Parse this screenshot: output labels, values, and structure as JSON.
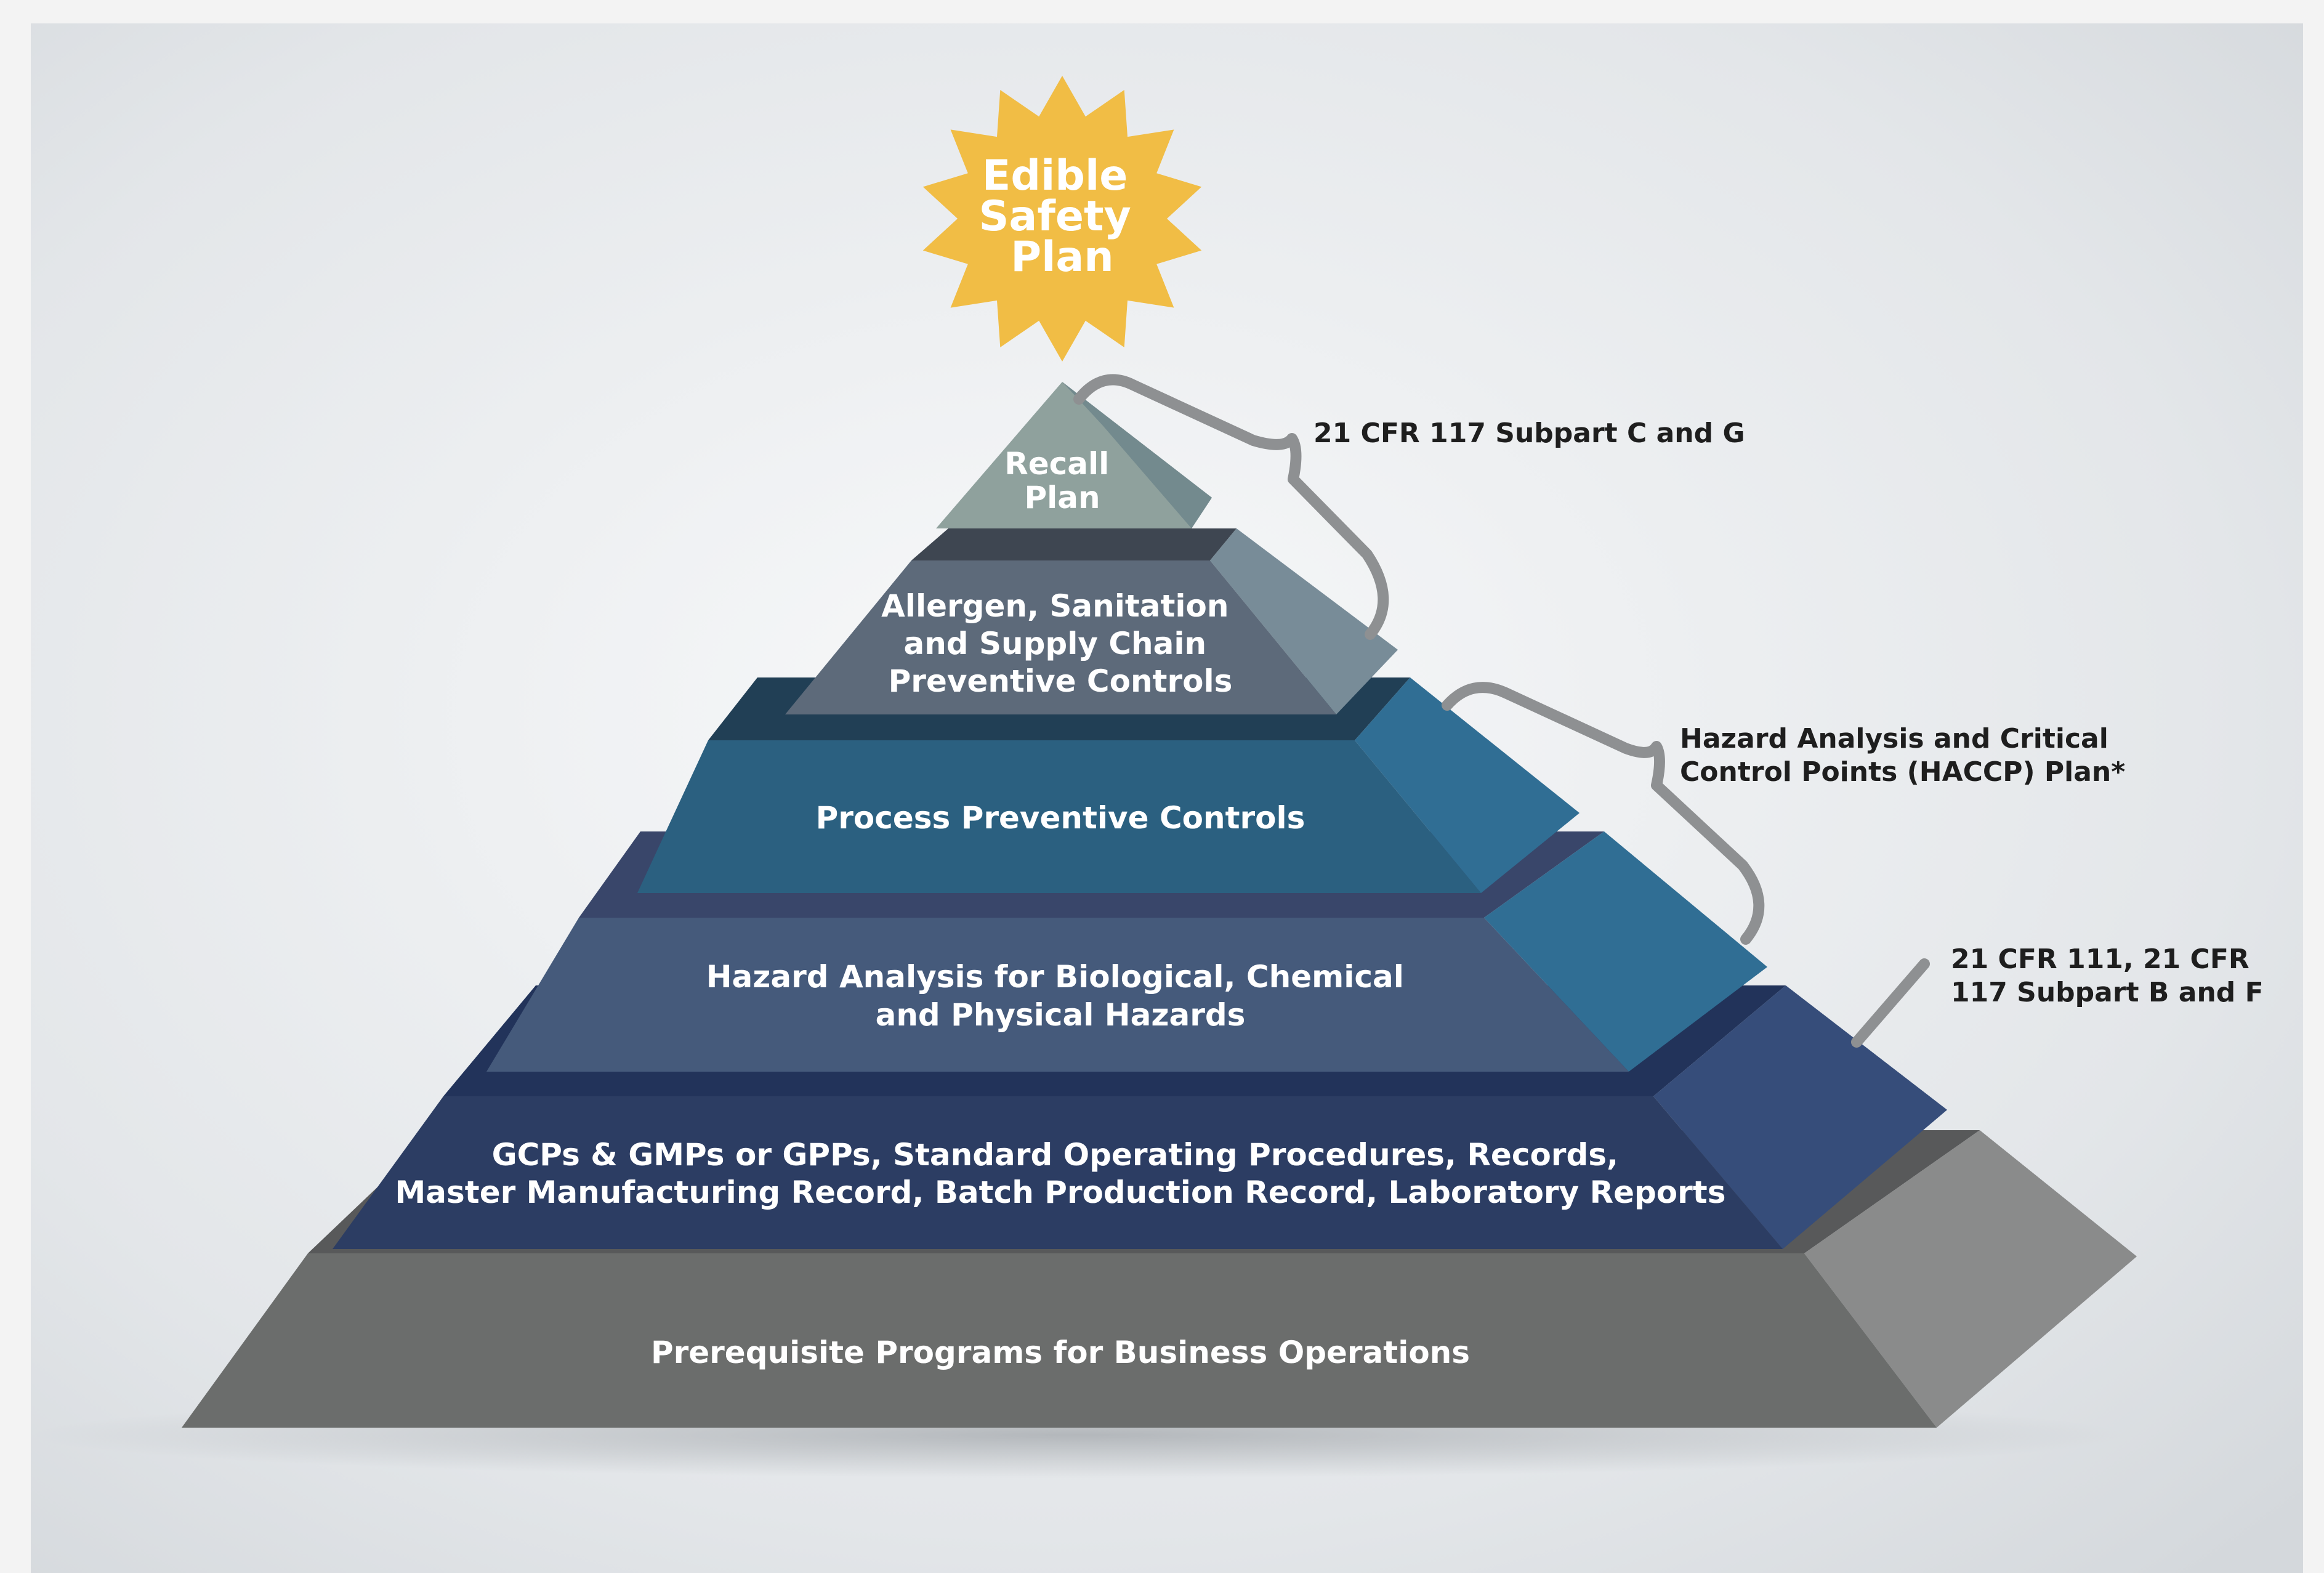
{
  "star": {
    "lines": [
      "Edible",
      "Safety",
      "Plan"
    ],
    "color": "#f1bd45"
  },
  "tiers": [
    {
      "lines": [
        "Recall",
        "Plan"
      ],
      "color": "#8fa19d"
    },
    {
      "lines": [
        "Allergen, Sanitation",
        "and Supply Chain",
        "Preventive Controls"
      ],
      "color": "#5d6a7a"
    },
    {
      "lines": [
        "Process Preventive Controls"
      ],
      "color": "#2b6080"
    },
    {
      "lines": [
        "Hazard Analysis for Biological, Chemical",
        "and Physical Hazards"
      ],
      "color": "#455a7b"
    },
    {
      "lines": [
        "GCPs & GMPs or GPPs, Standard Operating Procedures, Records,",
        "Master Manufacturing Record, Batch Production Record, Laboratory Reports"
      ],
      "color": "#2c3d63"
    },
    {
      "lines": [
        "Prerequisite Programs for Business Operations"
      ],
      "color": "#6b6d6c"
    }
  ],
  "annotations": [
    {
      "lines": [
        "21 CFR 117  Subpart C and G"
      ]
    },
    {
      "lines": [
        "Hazard Analysis and Critical",
        "Control Points (HACCP) Plan*"
      ]
    },
    {
      "lines": [
        "21 CFR 111, 21 CFR",
        "117 Subpart B and F"
      ]
    }
  ]
}
